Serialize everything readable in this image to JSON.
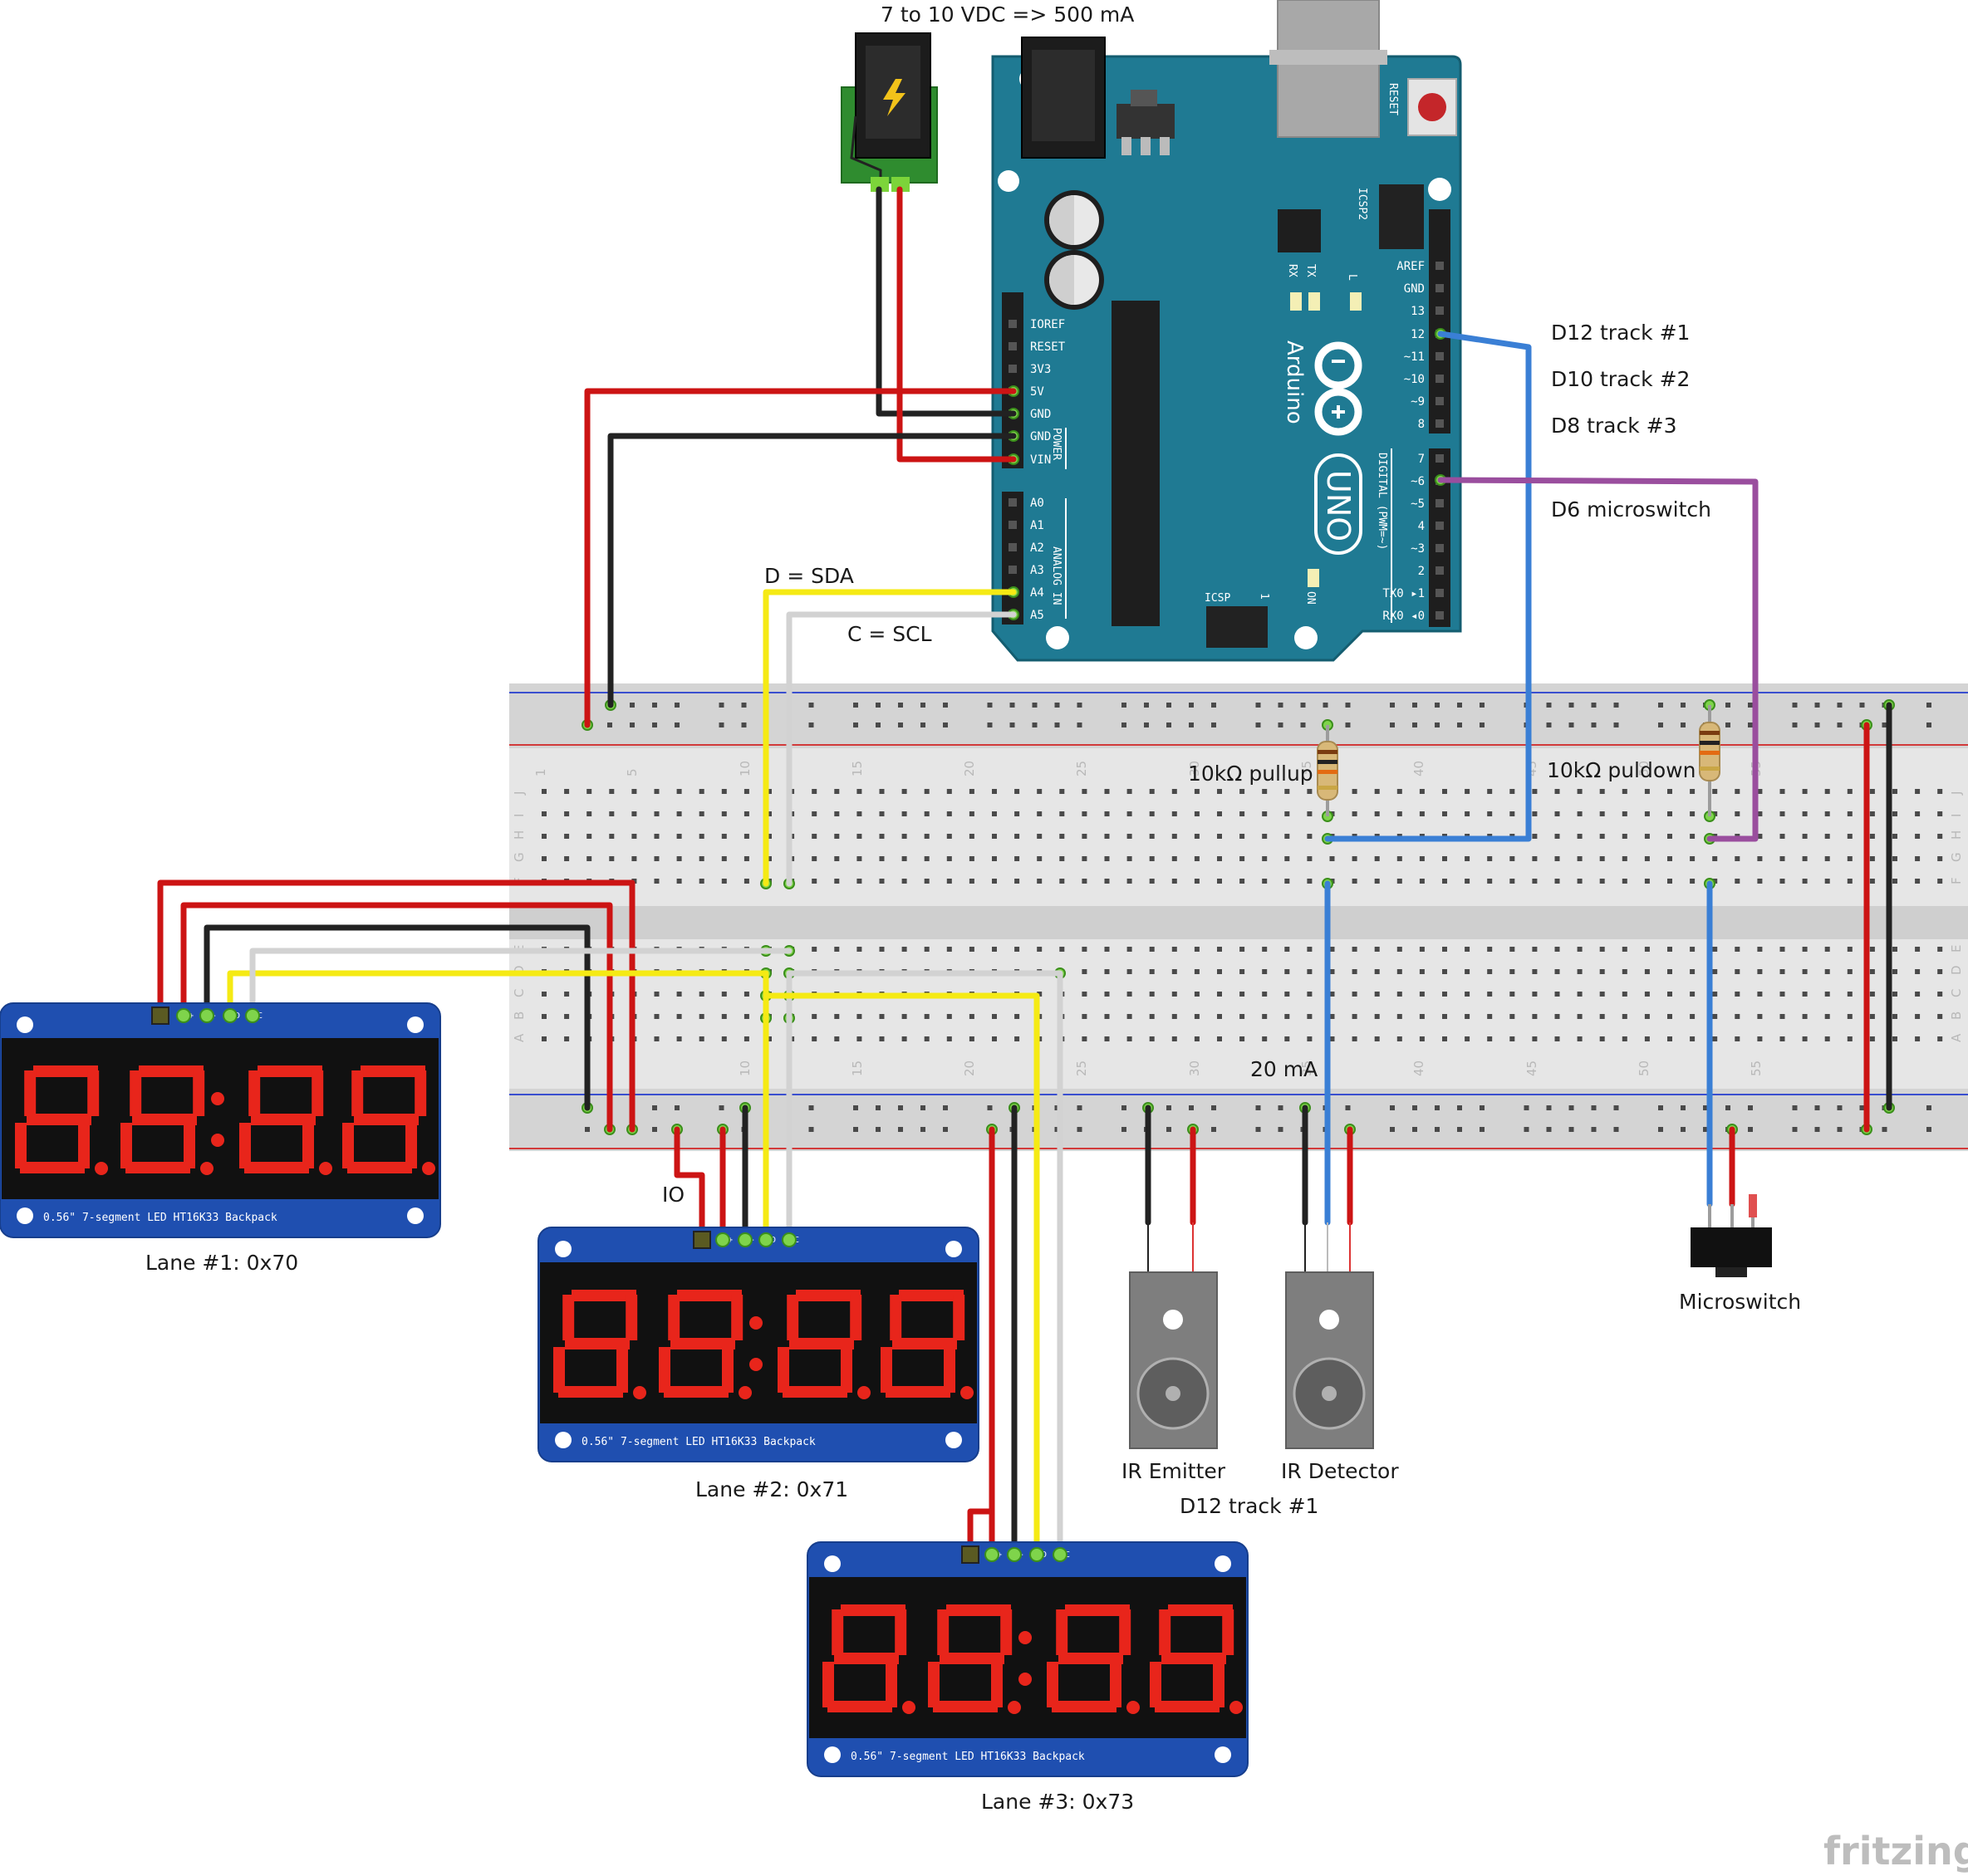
{
  "colors": {
    "red": "#cc1414",
    "black": "#222222",
    "yellow": "#f5ea14",
    "white": "#d2d2d2",
    "blue": "#3a7fd5",
    "purple": "#9a4e9e",
    "arduino": "#1f7a93",
    "backpack": "#1f4fb0",
    "segment": "#e8251b"
  },
  "labels": {
    "power_supply": "7 to 10 VDC => 500 mA",
    "d12_track1": "D12 track #1",
    "d10_track2": "D10 track #2",
    "d8_track3": "D8 track #3",
    "d6_microswitch": "D6  microswitch",
    "sda": "D = SDA",
    "scl": "C = SCL",
    "pullup": "10kΩ pullup",
    "pulldown": "10kΩ puldown",
    "current": "20 mA",
    "io": "IO",
    "lane1": "Lane #1: 0x70",
    "lane2": "Lane #2: 0x71",
    "lane3": "Lane #3: 0x73",
    "ir_emitter": "IR Emitter",
    "ir_detector": "IR Detector",
    "ir_track": "D12 track #1",
    "microswitch": "Microswitch",
    "fritzing": "fritzing"
  },
  "arduino": {
    "brand": "Arduino",
    "model": "UNO",
    "reset": "RESET",
    "icsp2": "ICSP2",
    "icsp": "ICSP",
    "icsp_one": "1",
    "on": "ON",
    "tx": "TX",
    "rx": "RX",
    "l": "L",
    "power_header": "POWER",
    "analog_header": "ANALOG IN",
    "digital_header": "DIGITAL (PWM=~)",
    "power_pins": [
      "IOREF",
      "RESET",
      "3V3",
      "5V",
      "GND",
      "GND",
      "VIN"
    ],
    "analog_pins": [
      "A0",
      "A1",
      "A2",
      "A3",
      "A4",
      "A5"
    ],
    "digital_top_pins": [
      "AREF",
      "GND",
      "13",
      "12",
      "~11",
      "~10",
      "~9",
      "8"
    ],
    "digital_bottom_pins": [
      "7",
      "~6",
      "~5",
      "4",
      "~3",
      "2",
      "TX0 ▸1",
      "RX0 ◂0"
    ]
  },
  "breadboard": {
    "column_numbers": [
      "1",
      "5",
      "10",
      "15",
      "20",
      "25",
      "30",
      "35",
      "40",
      "45",
      "50",
      "55"
    ],
    "top_row_letters": [
      "J",
      "I",
      "H",
      "G",
      "F"
    ],
    "bottom_row_letters": [
      "E",
      "D",
      "C",
      "B",
      "A"
    ]
  },
  "display": {
    "caption": "0.56\" 7-segment LED HT16K33 Backpack",
    "pin_labels": [
      "+",
      "-",
      "D",
      "C"
    ]
  }
}
